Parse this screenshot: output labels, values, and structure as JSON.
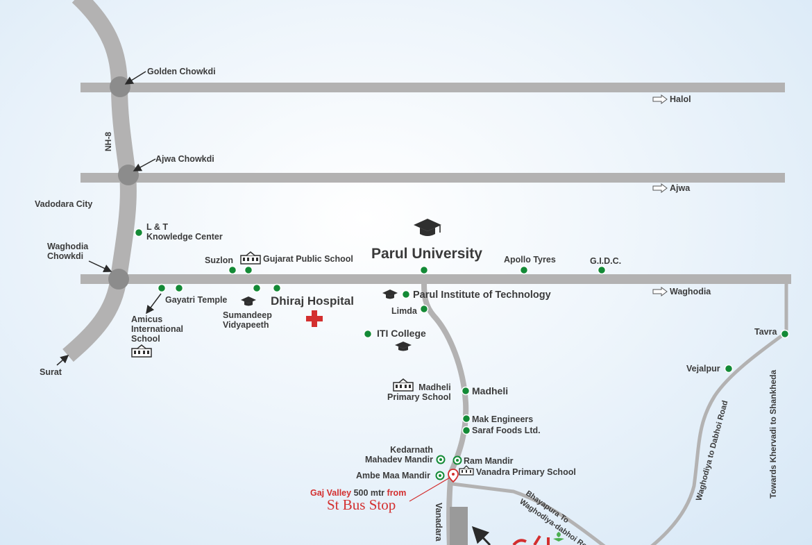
{
  "roads": {
    "nh": "NH-8",
    "vanadara": "Vanadara",
    "bhayapura": "Bhayapura To",
    "bhayapura2": "Waghodiya-dabhoi Road",
    "waghodiya_dabhoi": "Waghodiya to Dabhoi Road",
    "khervadi": "Towards Khervadi to Shankheda"
  },
  "directions": {
    "halol": "Halol",
    "ajwa": "Ajwa",
    "waghodia": "Waghodia",
    "surat": "Surat"
  },
  "junctions": {
    "golden": "Golden Chowkdi",
    "ajwa": "Ajwa Chowkdi",
    "waghodia": "Waghodia\nChowkdi"
  },
  "places": {
    "vadodara_city": "Vadodara City",
    "lt": "L & T\nKnowledge Center",
    "suzlon": "Suzlon",
    "gujarat_public_school": "Gujarat Public School",
    "parul_university": "Parul University",
    "apollo": "Apollo Tyres",
    "gidc": "G.I.D.C.",
    "gayatri": "Gayatri Temple",
    "amicus": "Amicus\nInternational\nSchool",
    "sumandeep": "Sumandeep\nVidyapeeth",
    "dhiraj": "Dhiraj Hospital",
    "parul_institute": "Parul Institute of Technology",
    "limda": "Limda",
    "iti": "ITI College",
    "tavra": "Tavra",
    "vejalpur": "Vejalpur",
    "madheli_school": "Madheli\nPrimary School",
    "madheli": "Madheli",
    "mak": "Mak Engineers",
    "saraf": "Saraf Foods Ltd.",
    "kedarnath": "Kedarnath\nMahadev Mandir",
    "ram": "Ram Mandir",
    "ambe": "Ambe Maa Mandir",
    "vanadra_school": "Vanadra Primary School"
  },
  "callout": {
    "name": "Gaj Valley",
    "distance": "500 mtr",
    "from": "from",
    "stop": "St Bus Stop"
  },
  "colors": {
    "road": "#b3b2b2",
    "marker": "#138a36",
    "icon": "#2f2f2f",
    "accent_red": "#d32f2f"
  }
}
